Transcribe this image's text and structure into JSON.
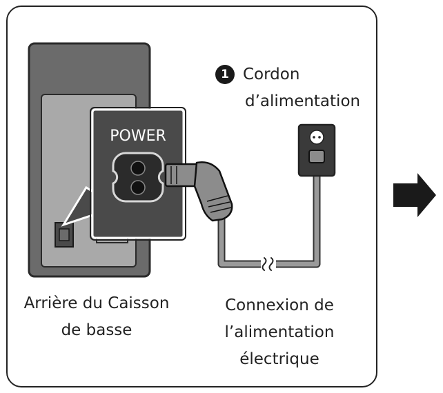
{
  "panel": {
    "power_port_label": "POWER",
    "callout_number": "1",
    "cord_label_line1": "Cordon",
    "cord_label_line2": "d’alimentation",
    "subwoofer_label_line1": "Arrière du Caisson",
    "subwoofer_label_line2": "de basse",
    "connection_label_line1": "Connexion de",
    "connection_label_line2": "l’alimentation",
    "connection_label_line3": "électrique"
  },
  "colors": {
    "outline": "#222222",
    "subwoofer_body": "#6b6b6b",
    "subwoofer_panel": "#a9a9a9",
    "zoom_box": "#4a4a4a",
    "cable": "#9a9a9a",
    "arrow": "#1a1a1a"
  },
  "icons": {
    "next_step": "arrow-right-icon",
    "outlet": "wall-outlet-icon",
    "plug": "power-plug-icon"
  }
}
